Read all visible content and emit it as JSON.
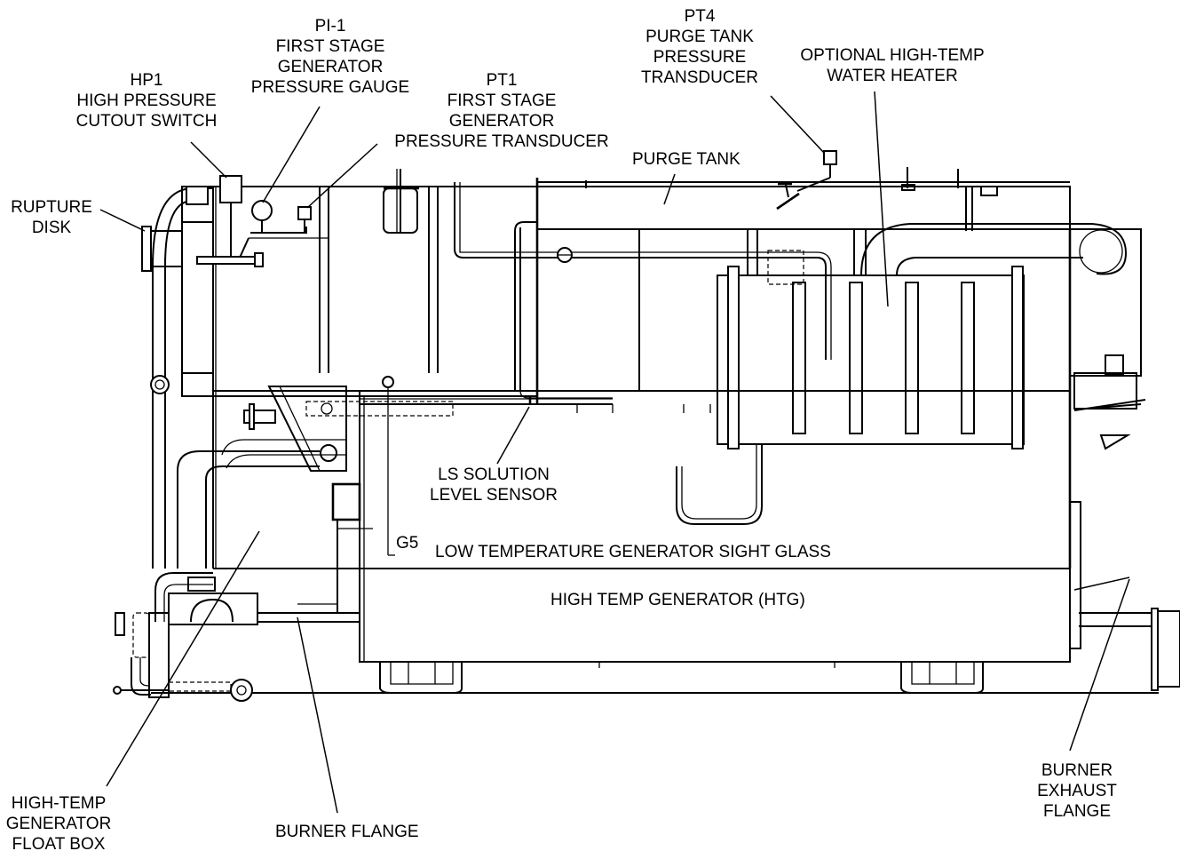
{
  "callouts": {
    "pi1": [
      "PI-1",
      "FIRST STAGE",
      "GENERATOR",
      "PRESSURE GAUGE"
    ],
    "hp1": [
      "HP1",
      "HIGH PRESSURE",
      "CUTOUT SWITCH"
    ],
    "pt1": [
      "PT1",
      "FIRST STAGE",
      "GENERATOR",
      "PRESSURE TRANSDUCER"
    ],
    "pt4": [
      "PT4",
      "PURGE TANK",
      "PRESSURE",
      "TRANSDUCER"
    ],
    "water_heater": [
      "OPTIONAL HIGH-TEMP",
      "WATER HEATER"
    ],
    "rupture_disk": [
      "RUPTURE",
      "DISK"
    ],
    "purge_tank": "PURGE TANK",
    "ls_sensor": [
      "LS SOLUTION",
      "LEVEL SENSOR"
    ],
    "g5_tag": "G5",
    "g5_text": "LOW TEMPERATURE GENERATOR SIGHT GLASS",
    "htg": "HIGH TEMP GENERATOR (HTG)",
    "float_box": [
      "HIGH-TEMP",
      "GENERATOR",
      "FLOAT BOX"
    ],
    "burner_flange": "BURNER FLANGE",
    "exhaust_flange": [
      "BURNER",
      "EXHAUST",
      "FLANGE"
    ]
  }
}
